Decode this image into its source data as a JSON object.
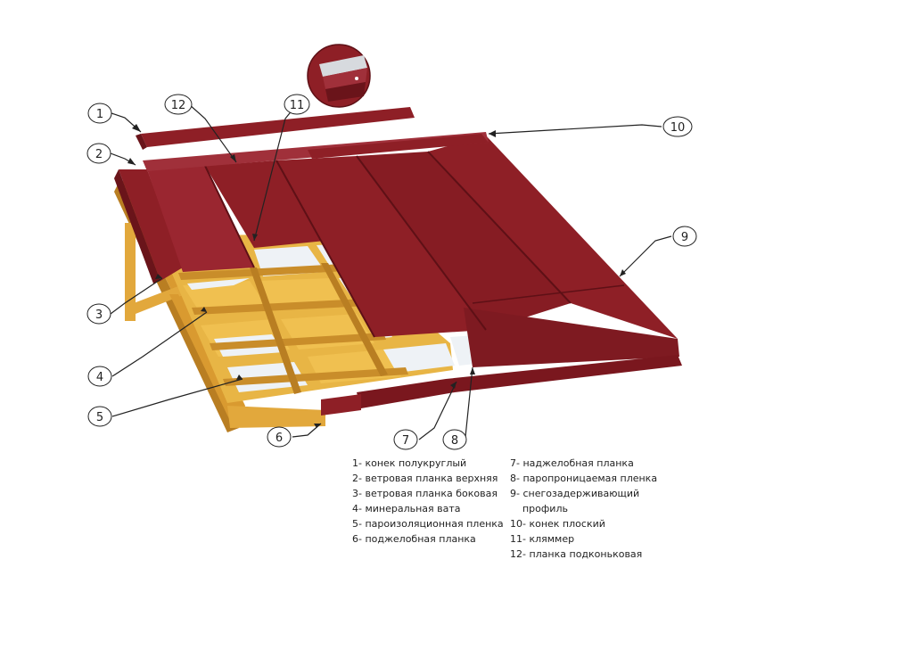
{
  "callouts": [
    "1",
    "2",
    "3",
    "4",
    "5",
    "6",
    "7",
    "8",
    "9",
    "10",
    "11",
    "12"
  ],
  "legend": {
    "left": [
      "1- конек полукруглый",
      "2- ветровая планка верхняя",
      "3- ветровая планка боковая",
      "4- минеральная вата",
      "5- пароизоляционная пленка",
      "6- поджелобная планка"
    ],
    "right": [
      "7- наджелобная планка",
      "8- паропроницаемая пленка",
      "9- снегозадерживающий",
      "    профиль",
      "10- конек плоский",
      "11- кляммер",
      "12- планка подконьковая"
    ]
  },
  "colors": {
    "metal": "#8e1f26",
    "metal_dark": "#6a141a",
    "metal_light": "#a8323a",
    "wood": "#e2a83c",
    "wood_dark": "#b97e22",
    "insulation": "#f0c050",
    "membrane": "#eef2f6"
  }
}
